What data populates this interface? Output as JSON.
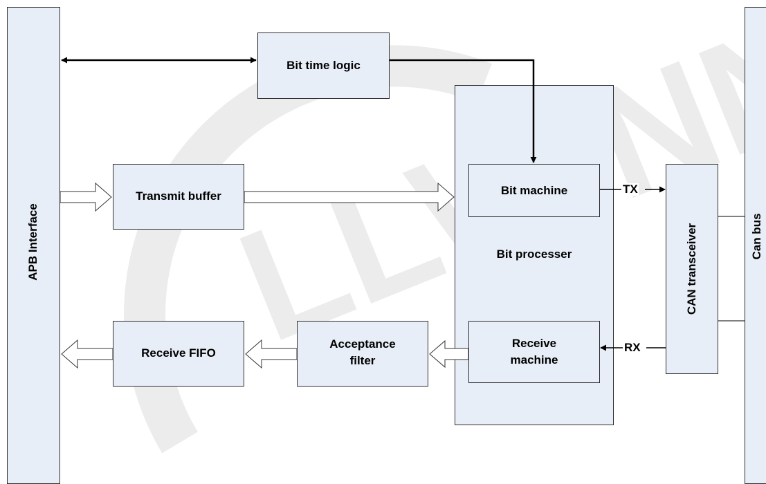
{
  "diagram": {
    "blocks": {
      "apb_interface": "APB Interface",
      "bit_time_logic": "Bit time logic",
      "transmit_buffer": "Transmit buffer",
      "bit_machine": "Bit machine",
      "bit_processer": "Bit processer",
      "receive_machine_line1": "Receive",
      "receive_machine_line2": "machine",
      "receive_fifo": "Receive FIFO",
      "acceptance_filter_line1": "Acceptance",
      "acceptance_filter_line2": "filter",
      "can_transceiver": "CAN transceiver",
      "can_bus": "Can bus"
    },
    "signals": {
      "tx": "TX",
      "rx": "RX"
    },
    "watermark": "ALLWINNER"
  }
}
